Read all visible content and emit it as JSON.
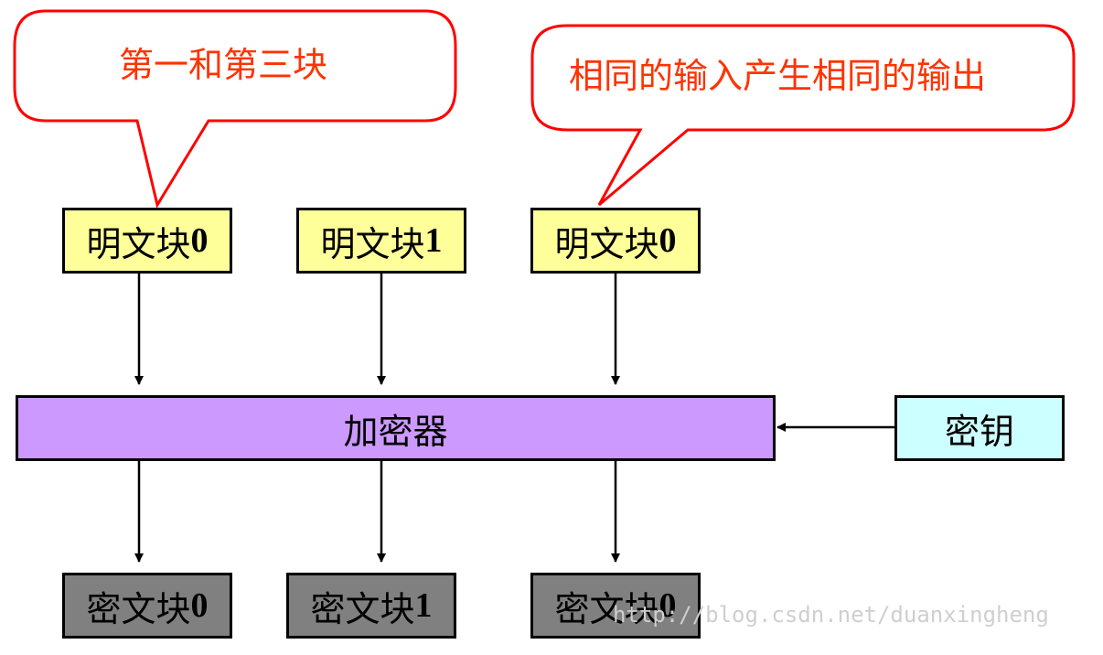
{
  "callouts": [
    {
      "text": "第一和第三块"
    },
    {
      "text": "相同的输入产生相同的输出"
    }
  ],
  "plaintext_blocks": [
    {
      "label": "明文块",
      "num": "0"
    },
    {
      "label": "明文块",
      "num": "1"
    },
    {
      "label": "明文块",
      "num": "0"
    }
  ],
  "encryptor": {
    "label": "加密器"
  },
  "key": {
    "label": "密钥"
  },
  "ciphertext_blocks": [
    {
      "label": "密文块",
      "num": "0"
    },
    {
      "label": "密文块",
      "num": "1"
    },
    {
      "label": "密文块",
      "num": "0"
    }
  ],
  "watermark": "http://blog.csdn.net/duanxingheng",
  "colors": {
    "plaintext": "#ffff99",
    "ciphertext": "#808080",
    "encryptor": "#cc99ff",
    "key": "#ccffff",
    "callout_border": "#ff0000",
    "callout_text": "#ff3300"
  }
}
